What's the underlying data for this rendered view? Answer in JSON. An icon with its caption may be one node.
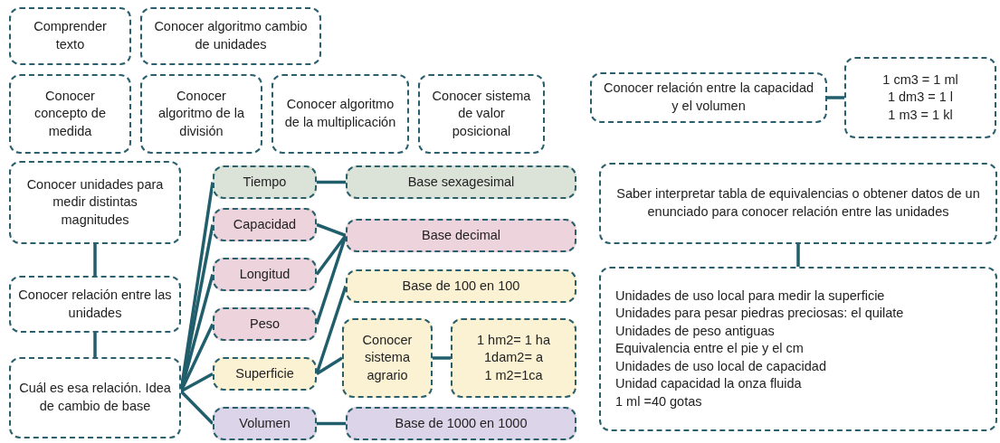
{
  "diagram": {
    "nodes": [
      {
        "text": [
          "Comprender texto"
        ]
      },
      {
        "text": [
          "Conocer algoritmo cambio de unidades"
        ]
      },
      {
        "text": [
          "Conocer concepto de medida"
        ]
      },
      {
        "text": [
          "Conocer algoritmo de la división"
        ]
      },
      {
        "text": [
          "Conocer algoritmo de la multiplicación"
        ]
      },
      {
        "text": [
          "Conocer sistema de valor posicional"
        ]
      },
      {
        "text": [
          "Conocer relación entre la capacidad y el volumen"
        ]
      },
      {
        "text": [
          "1 cm3 = 1 ml",
          "1 dm3 = 1 l",
          "1 m3 = 1 kl"
        ]
      },
      {
        "text": [
          "Conocer unidades para medir distintas magnitudes"
        ]
      },
      {
        "text": [
          "Conocer relación entre las unidades"
        ]
      },
      {
        "text": [
          "Cuál es esa relación. Idea de cambio de base"
        ]
      },
      {
        "text": [
          "Tiempo"
        ]
      },
      {
        "text": [
          "Base sexagesimal"
        ]
      },
      {
        "text": [
          "Capacidad"
        ]
      },
      {
        "text": [
          "Base decimal"
        ]
      },
      {
        "text": [
          "Longitud"
        ]
      },
      {
        "text": [
          "Base de 100 en 100"
        ]
      },
      {
        "text": [
          "Peso"
        ]
      },
      {
        "text": [
          "Conocer sistema agrario"
        ]
      },
      {
        "text": [
          "1 hm2= 1 ha",
          "1dam2= a",
          "1 m2=1ca"
        ]
      },
      {
        "text": [
          "Superficie"
        ]
      },
      {
        "text": [
          "Volumen"
        ]
      },
      {
        "text": [
          "Base de 1000 en 1000"
        ]
      },
      {
        "text": [
          "Saber interpretar tabla de equivalencias  o obtener datos de un enunciado para conocer relación entre las unidades"
        ]
      },
      {
        "text": [
          "Unidades de uso local para medir la superficie",
          "Unidades para pesar piedras preciosas: el quilate",
          "Unidades de peso antiguas",
          "Equivalencia entre el pie y el cm",
          "Unidades de uso local de capacidad",
          "Unidad capacidad la onza fluida",
          "1 ml =40 gotas"
        ]
      }
    ],
    "edges": [
      {
        "from": 6,
        "to": 7,
        "arrow": "none"
      },
      {
        "from": 8,
        "to": 9,
        "arrow": "none"
      },
      {
        "from": 9,
        "to": 10,
        "arrow": "none"
      },
      {
        "from": 10,
        "to": 11,
        "arrow": "none"
      },
      {
        "from": 10,
        "to": 13,
        "arrow": "none"
      },
      {
        "from": 10,
        "to": 15,
        "arrow": "none"
      },
      {
        "from": 10,
        "to": 17,
        "arrow": "none"
      },
      {
        "from": 10,
        "to": 20,
        "arrow": "none"
      },
      {
        "from": 10,
        "to": 21,
        "arrow": "none"
      },
      {
        "from": 11,
        "to": 12,
        "arrow": "none"
      },
      {
        "from": 13,
        "to": 14,
        "arrow": "none"
      },
      {
        "from": 15,
        "to": 14,
        "arrow": "none"
      },
      {
        "from": 17,
        "to": 14,
        "arrow": "none"
      },
      {
        "from": 20,
        "to": 16,
        "arrow": "none"
      },
      {
        "from": 20,
        "to": 18,
        "arrow": "none"
      },
      {
        "from": 18,
        "to": 19,
        "arrow": "none"
      },
      {
        "from": 21,
        "to": 22,
        "arrow": "none"
      },
      {
        "from": 23,
        "to": 24,
        "arrow": "none"
      }
    ]
  }
}
